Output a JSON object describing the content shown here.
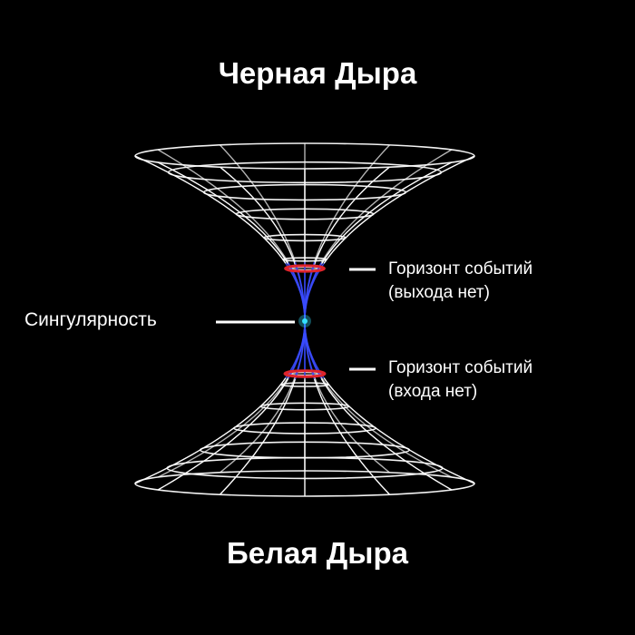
{
  "titles": {
    "top": "Черная Дыра",
    "bottom": "Белая Дыра"
  },
  "labels": {
    "singularity": "Сингулярность",
    "horizon_upper": {
      "line1": "Горизонт событий",
      "line2": "(выхода нет)"
    },
    "horizon_lower": {
      "line1": "Горизонт событий",
      "line2": "(входа нет)"
    }
  },
  "colors": {
    "background": "#000000",
    "grid": "#ffffff",
    "horizon": "#e0242c",
    "throat": "#3a4bff",
    "singularity": "#33e0ff"
  }
}
